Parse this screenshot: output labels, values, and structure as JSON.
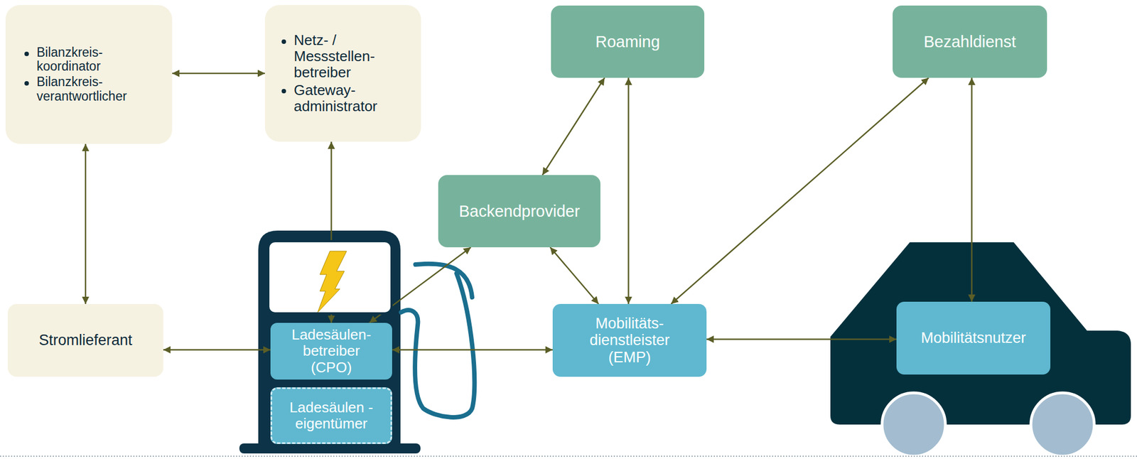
{
  "diagram": {
    "nodes": [
      {
        "text": [
          "Bilanzkreis- koordinator",
          "Bilanzkreis- verantwortlicher"
        ]
      },
      {
        "text": [
          "Netz- / Messstellen- betreiber",
          "Gateway- administrator"
        ]
      },
      {
        "text": [
          "Roaming"
        ]
      },
      {
        "text": [
          "Bezahldienst"
        ]
      },
      {
        "text": [
          "Backendprovider"
        ]
      },
      {
        "text": [
          "Stromlieferant"
        ]
      },
      {
        "text": [
          "Ladesäulen- betreiber (CPO)"
        ]
      },
      {
        "text": [
          "Ladesäulen -eigentümer"
        ]
      },
      {
        "text": [
          "Mobilitäts- dienstleister (EMP)"
        ]
      },
      {
        "text": [
          "Mobilitätsnutzer"
        ]
      }
    ],
    "edges": [
      {
        "from": 0,
        "to": 1,
        "arrow": "both"
      },
      {
        "from": 0,
        "to": 5,
        "arrow": "both"
      },
      {
        "from": 1,
        "to": 6,
        "arrow": "both"
      },
      {
        "from": 5,
        "to": 6,
        "arrow": "both"
      },
      {
        "from": 6,
        "to": 4,
        "arrow": "both"
      },
      {
        "from": 6,
        "to": 8,
        "arrow": "both"
      },
      {
        "from": 4,
        "to": 8,
        "arrow": "both"
      },
      {
        "from": 4,
        "to": 2,
        "arrow": "both"
      },
      {
        "from": 2,
        "to": 8,
        "arrow": "both"
      },
      {
        "from": 3,
        "to": 8,
        "arrow": "both"
      },
      {
        "from": 3,
        "to": 9,
        "arrow": "both"
      },
      {
        "from": 8,
        "to": 9,
        "arrow": "both"
      }
    ]
  }
}
